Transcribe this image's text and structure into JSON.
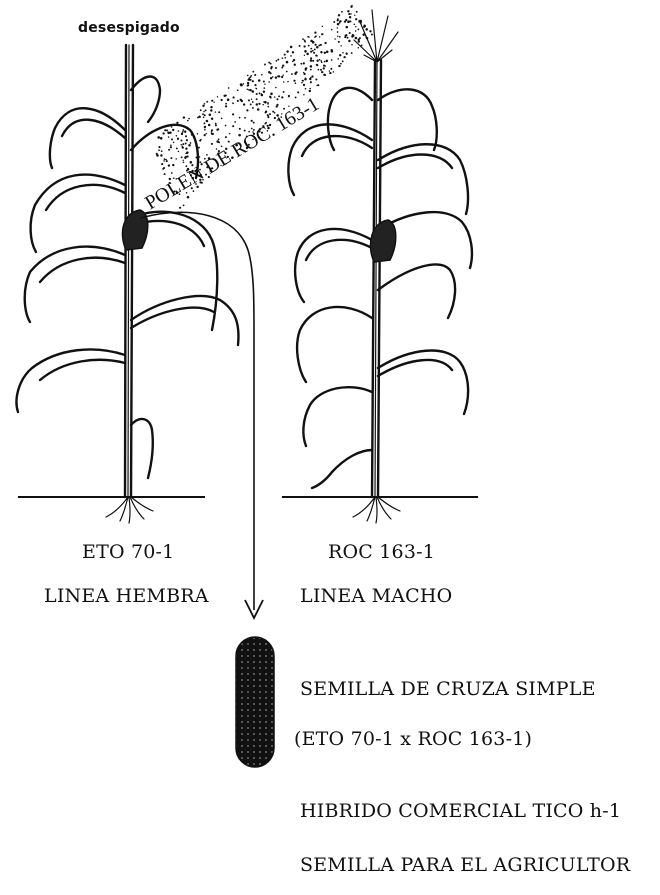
{
  "labels": {
    "detasseled": "desespigado",
    "pollen": "POLEN DE ROC. 163-1",
    "female_code": "ETO 70-1",
    "female_line": "LINEA HEMBRA",
    "male_code": "ROC 163-1",
    "male_line": "LINEA MACHO",
    "seed_title": "SEMILLA DE CRUZA SIMPLE",
    "cross": "(ETO 70-1 x ROC 163-1)",
    "hybrid": "HIBRIDO COMERCIAL TICO h-1",
    "farmer_seed": "SEMILLA PARA EL AGRICULTOR"
  },
  "colors": {
    "ink": "#111111",
    "paper": "#ffffff"
  },
  "icons": {
    "female_plant": "maize-plant-detasseled",
    "male_plant": "maize-plant-tasseled",
    "seed": "corn-ear"
  }
}
